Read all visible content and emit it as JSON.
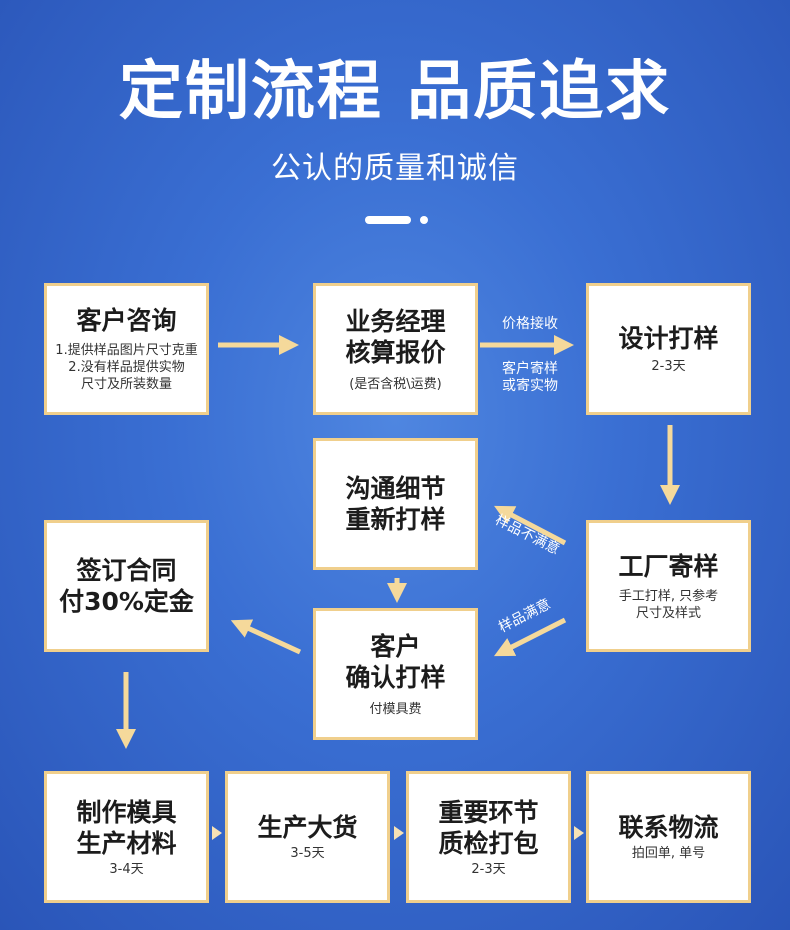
{
  "header": {
    "title": "定制流程 品质追求",
    "subtitle": "公认的质量和诚信"
  },
  "steps": {
    "consult": {
      "title": "客户咨询",
      "notes": [
        "1.提供样品图片尺寸克重",
        "2.没有样品提供实物",
        "尺寸及所装数量"
      ]
    },
    "quote": {
      "title_lines": [
        "业务经理",
        "核算报价"
      ],
      "note": "(是否含税\\运费)"
    },
    "design": {
      "title": "设计打样",
      "note": "2-3天"
    },
    "factory": {
      "title": "工厂寄样",
      "notes": [
        "手工打样, 只参考",
        "尺寸及样式"
      ]
    },
    "revise": {
      "title_lines": [
        "沟通细节",
        "重新打样"
      ]
    },
    "confirm": {
      "title_lines": [
        "客户",
        "确认打样"
      ],
      "note": "付模具费"
    },
    "contract": {
      "title_lines": [
        "签订合同",
        "付30%定金"
      ]
    },
    "mold": {
      "title_lines": [
        "制作模具",
        "生产材料"
      ],
      "note": "3-4天"
    },
    "produce": {
      "title": "生产大货",
      "note": "3-5天"
    },
    "inspect": {
      "title_lines": [
        "重要环节",
        "质检打包"
      ],
      "note": "2-3天"
    },
    "ship": {
      "title": "联系物流",
      "note": "拍回单, 单号"
    }
  },
  "edge_labels": {
    "price_accept": "价格接收",
    "send_sample": [
      "客户寄样",
      "或寄实物"
    ],
    "unsatisfied": "样品不满意",
    "satisfied": "样品满意"
  },
  "colors": {
    "background": "#3a6fd3",
    "box_border": "#f0cf8c",
    "arrow": "#f5d99b",
    "small_arrow": "#f7e2b5"
  },
  "icons": {
    "arrow": "arrow-icon",
    "chevron": "chevron-right-icon"
  }
}
